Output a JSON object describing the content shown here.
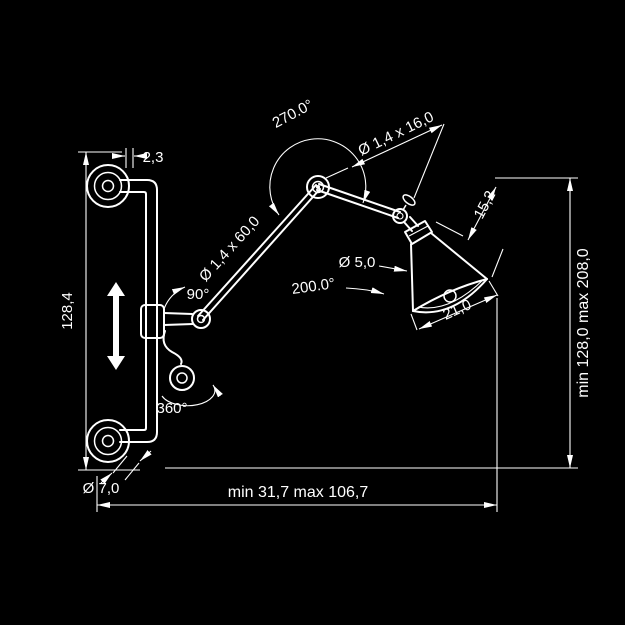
{
  "colors": {
    "background": "#000000",
    "line": "#ffffff"
  },
  "labels": {
    "plate_thickness": "2,3",
    "rail_height": "128,4",
    "elbow_rotation": "270.0°",
    "short_arm_tube": "Ø 1,4 x 16,0",
    "long_arm_tube": "Ø 1,4 x 60,0",
    "clamp_angle": "90°",
    "head_rotation": "200.0°",
    "bulb_hole_diameter": "Ø 5,0",
    "shade_depth": "15,2",
    "shade_opening": "21,0",
    "knob_rotation": "360°",
    "tube_diameter": "Ø 7,0",
    "horizontal_reach": "min 31,7   max 106,7",
    "vertical_travel": "min 128,0  max 208,0"
  }
}
